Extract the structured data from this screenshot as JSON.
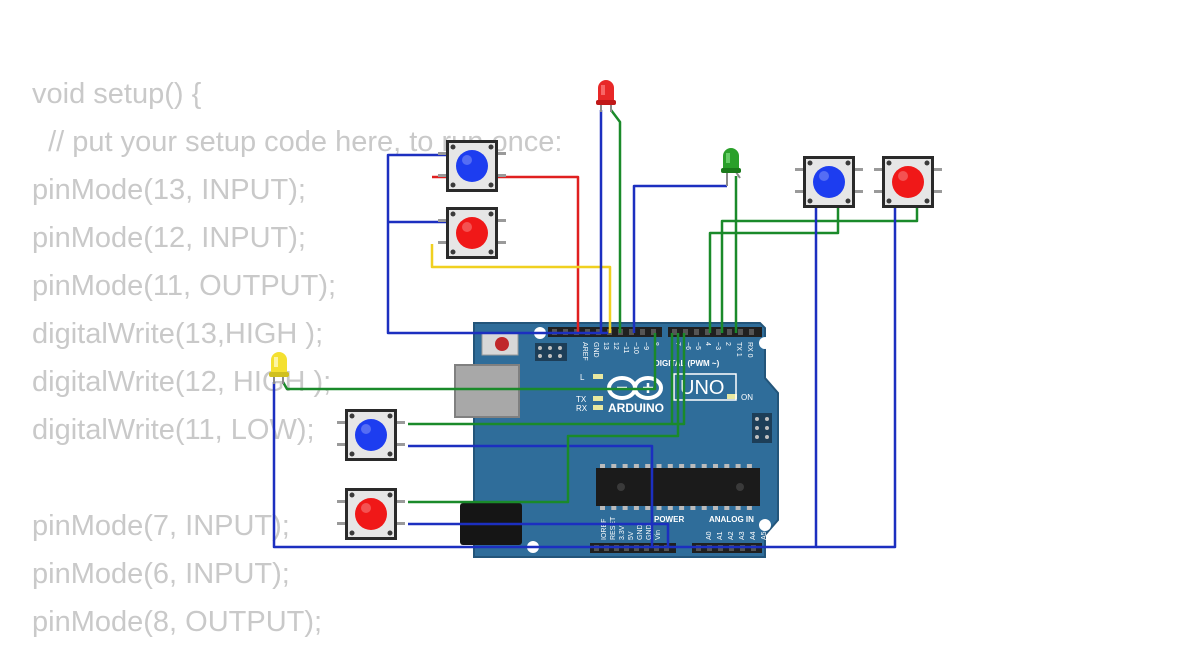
{
  "code": {
    "lines": [
      "void setup() {",
      "  // put your setup code here, to run once:",
      "pinMode(13, INPUT);",
      "pinMode(12, INPUT);",
      "pinMode(11, OUTPUT);",
      "digitalWrite(13,HIGH );",
      "digitalWrite(12, HIGH );",
      "digitalWrite(11, LOW);",
      "",
      "pinMode(7, INPUT);",
      "pinMode(6, INPUT);",
      "pinMode(8, OUTPUT);"
    ]
  },
  "board": {
    "logo": "ARDUINO",
    "model": "UNO",
    "header_digital": "DIGITAL (PWM ~)",
    "header_power": "POWER",
    "header_analog": "ANALOG IN",
    "label_l": "L",
    "label_tx": "TX",
    "label_rx": "RX",
    "label_on": "ON",
    "top_pins": [
      "AREF",
      "GND",
      "13",
      "12",
      "~11",
      "~10",
      "~9",
      "8",
      "7",
      "~6",
      "~5",
      "4",
      "~3",
      "2",
      "TX 1",
      "RX 0"
    ],
    "power_pins": [
      "IOREF",
      "RESET",
      "3.3V",
      "5V",
      "GND",
      "GND",
      "Vin"
    ],
    "analog_pins": [
      "A0",
      "A1",
      "A2",
      "A3",
      "A4",
      "A5"
    ]
  },
  "colors": {
    "board": "#2f6d9a",
    "board_edge": "#23557a",
    "wire_red": "#e02020",
    "wire_blue": "#1c2fc0",
    "wire_green": "#1a8a2a",
    "wire_yellow": "#f0d020",
    "code_text": "#c9c9c9",
    "button_blue": "#1d3df0",
    "button_red": "#f01818",
    "led_red": "#e82828",
    "led_green": "#2aa02a",
    "led_yellow": "#f4e030"
  },
  "components": {
    "buttons": [
      {
        "name": "pushbutton-blue-top-left",
        "color": "blue"
      },
      {
        "name": "pushbutton-red-top-left",
        "color": "red"
      },
      {
        "name": "pushbutton-blue-top-right",
        "color": "blue"
      },
      {
        "name": "pushbutton-red-top-right",
        "color": "red"
      },
      {
        "name": "pushbutton-blue-bottom-left",
        "color": "blue"
      },
      {
        "name": "pushbutton-red-bottom-left",
        "color": "red"
      }
    ],
    "leds": [
      {
        "name": "led-red",
        "color": "red"
      },
      {
        "name": "led-green",
        "color": "green"
      },
      {
        "name": "led-yellow",
        "color": "yellow"
      }
    ]
  }
}
